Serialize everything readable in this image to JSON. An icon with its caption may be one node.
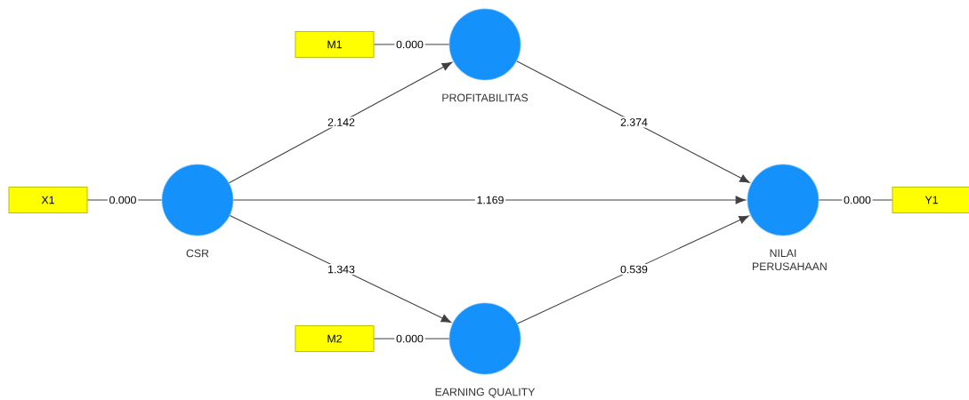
{
  "diagram": {
    "nodes": [
      {
        "text": [
          "X1"
        ]
      },
      {
        "text": [
          "CSR"
        ]
      },
      {
        "text": [
          "M1"
        ]
      },
      {
        "text": [
          "PROFITABILITAS"
        ]
      },
      {
        "text": [
          "M2"
        ]
      },
      {
        "text": [
          "EARNING QUALITY"
        ]
      },
      {
        "text": [
          "NILAI PERUSAHAAN"
        ]
      },
      {
        "text": [
          "Y1"
        ]
      }
    ],
    "edges": [
      {
        "from": 0,
        "to": 1,
        "arrow": "none",
        "label": "0.000"
      },
      {
        "from": 2,
        "to": 3,
        "arrow": "none",
        "label": "0.000"
      },
      {
        "from": 1,
        "to": 3,
        "arrow": "to",
        "label": "2.142"
      },
      {
        "from": 3,
        "to": 6,
        "arrow": "to",
        "label": "2.374"
      },
      {
        "from": 1,
        "to": 6,
        "arrow": "to",
        "label": "1.169"
      },
      {
        "from": 6,
        "to": 7,
        "arrow": "none",
        "label": "0.000"
      },
      {
        "from": 1,
        "to": 5,
        "arrow": "to",
        "label": "1.343"
      },
      {
        "from": 5,
        "to": 6,
        "arrow": "to",
        "label": "0.539"
      },
      {
        "from": 4,
        "to": 5,
        "arrow": "none",
        "label": "0.000"
      }
    ]
  }
}
